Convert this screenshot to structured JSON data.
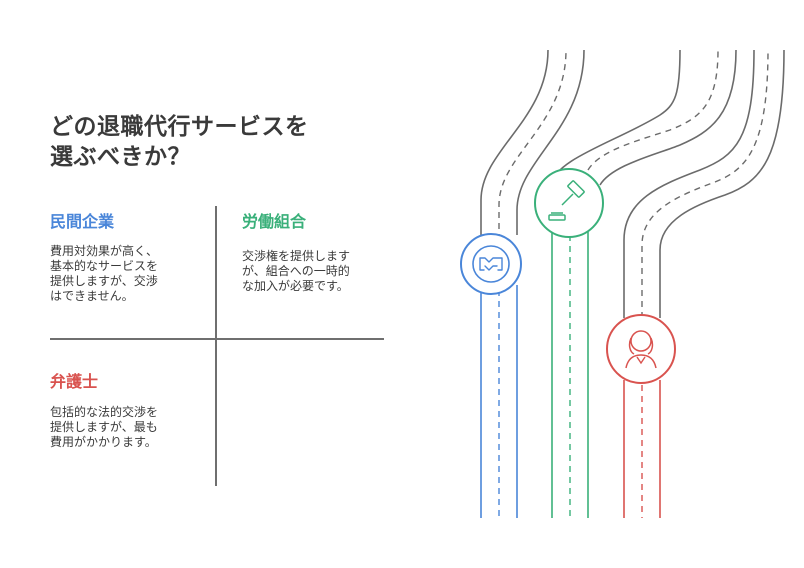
{
  "title": {
    "line1": "どの退職代行サービスを",
    "line2": "選ぶべきか？"
  },
  "quadrants": [
    {
      "heading": "民間企業",
      "color": "#4a86d9",
      "lines": [
        "費用対効果が高く、",
        "基本的なサービスを",
        "提供しますが、交渉",
        "はできません。"
      ]
    },
    {
      "heading": "労働組合",
      "color": "#3ab07a",
      "lines": [
        "交渉権を提供します",
        "が、組合への一時的",
        "な加入が必要です。"
      ]
    },
    {
      "heading": "弁護士",
      "color": "#d9534f",
      "lines": [
        "包括的な法的交渉を",
        "提供しますが、最も",
        "費用がかかります。"
      ]
    }
  ],
  "icons": {
    "blue": "handshake-icon",
    "green": "gavel-icon",
    "red": "lawyer-icon"
  },
  "colors": {
    "road": "#6b6b6b",
    "blue": "#4a86d9",
    "green": "#3ab07a",
    "red": "#d9534f"
  }
}
